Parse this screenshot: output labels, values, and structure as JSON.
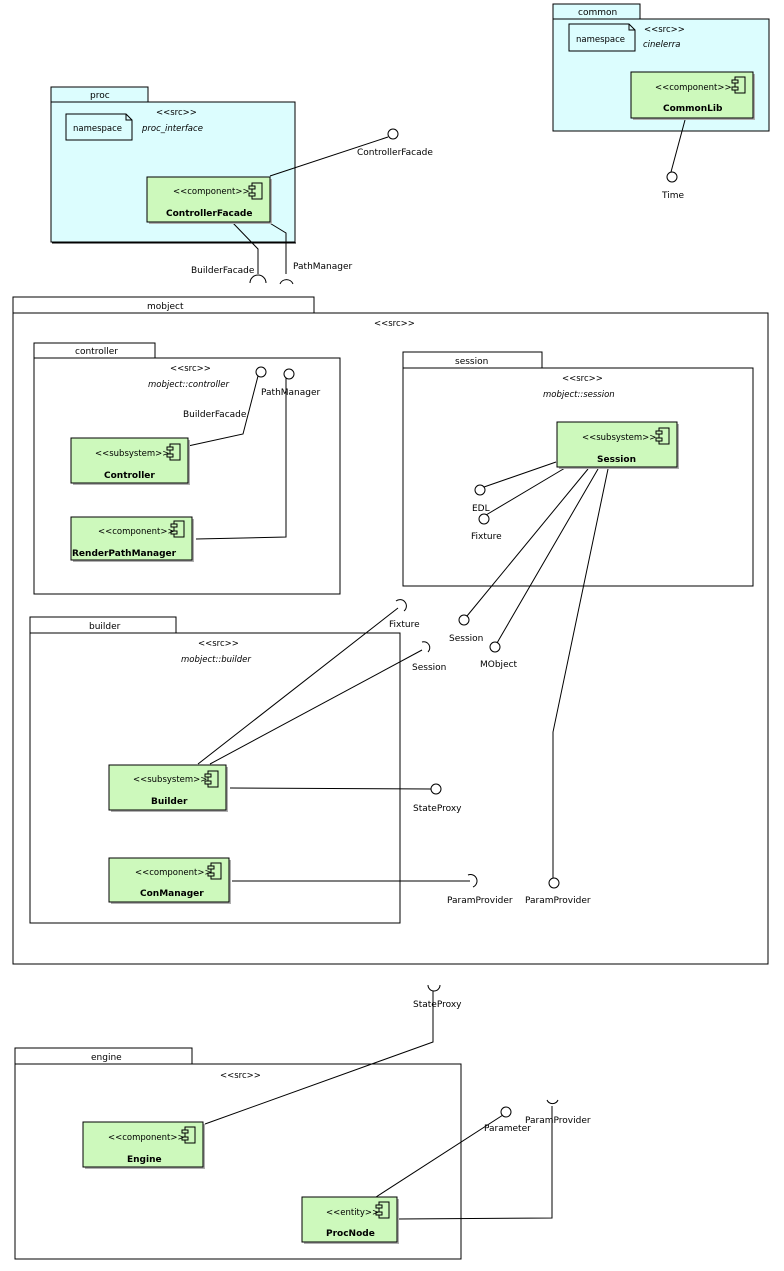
{
  "colors": {
    "package_fill": "#dcfdfe",
    "component_fill": "#cdf9bc",
    "shadow": "#b0b0b0",
    "line": "#000000"
  },
  "packages": {
    "proc": {
      "name": "proc",
      "stereotype": "<<src>>",
      "namespace_label": "namespace",
      "namespace_value": "proc_interface"
    },
    "common": {
      "name": "common",
      "stereotype": "<<src>>",
      "namespace_label": "namespace",
      "namespace_value": "cinelerra"
    },
    "mobject": {
      "name": "mobject",
      "stereotype": "<<src>>"
    },
    "controller": {
      "name": "controller",
      "stereotype": "<<src>>",
      "namespace_value": "mobject::controller"
    },
    "session": {
      "name": "session",
      "stereotype": "<<src>>",
      "namespace_value": "mobject::session"
    },
    "builder": {
      "name": "builder",
      "stereotype": "<<src>>",
      "namespace_value": "mobject::builder"
    },
    "engine": {
      "name": "engine",
      "stereotype": "<<src>>"
    }
  },
  "components": {
    "controller_facade": {
      "stereotype": "<<component>>",
      "name": "ControllerFacade"
    },
    "common_lib": {
      "stereotype": "<<component>>",
      "name": "CommonLib"
    },
    "controller": {
      "stereotype": "<<subsystem>>",
      "name": "Controller"
    },
    "render_path_manager": {
      "stereotype": "<<component>>",
      "name": "RenderPathManager"
    },
    "session": {
      "stereotype": "<<subsystem>>",
      "name": "Session"
    },
    "builder": {
      "stereotype": "<<subsystem>>",
      "name": "Builder"
    },
    "con_manager": {
      "stereotype": "<<component>>",
      "name": "ConManager"
    },
    "engine": {
      "stereotype": "<<component>>",
      "name": "Engine"
    },
    "proc_node": {
      "stereotype": "<<entity>>",
      "name": "ProcNode"
    }
  },
  "interfaces": {
    "controller_facade": "ControllerFacade",
    "time": "Time",
    "builder_facade_req": "BuilderFacade",
    "path_manager_req": "PathManager",
    "builder_facade": "BuilderFacade",
    "path_manager": "PathManager",
    "edl": "EDL",
    "fixture": "Fixture",
    "session": "Session",
    "mobject": "MObject",
    "fixture_req": "Fixture",
    "session_req": "Session",
    "state_proxy": "StateProxy",
    "param_provider_req": "ParamProvider",
    "param_provider": "ParamProvider",
    "state_proxy_req": "StateProxy",
    "parameter": "Parameter",
    "param_provider_req2": "ParamProvider"
  }
}
